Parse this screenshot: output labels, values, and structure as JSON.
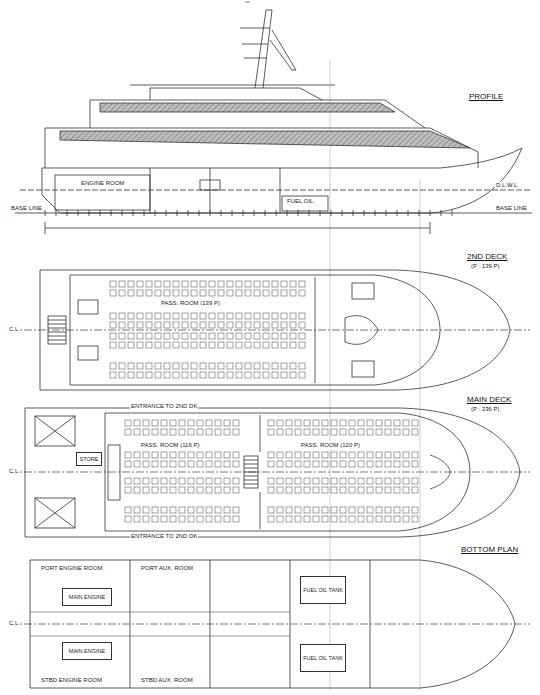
{
  "diagram": {
    "nodes": [
      {
        "text": [
          "STORE"
        ]
      },
      {
        "text": [
          "MAIN ENGINE"
        ]
      },
      {
        "text": [
          "MAIN ENGINE"
        ]
      },
      {
        "text": [
          "FUEL OIL TANK"
        ]
      },
      {
        "text": [
          "FUEL OIL TANK"
        ]
      }
    ],
    "labels": [
      "PROFILE",
      "2ND DECK",
      "(P : 139 P)",
      "MAIN DECK",
      "(P : 236 P)",
      "BOTTOM PLAN",
      "ENGINE ROOM",
      "FUEL OIL",
      "BASE LINE",
      "BASE LINE",
      "D.L.W.L",
      "PASS. ROOM (139 P)",
      "PASS. ROOM (116 P)",
      "PASS. ROOM (120 P)",
      "PORT ENGINE ROOM",
      "STBD ENGINE ROOM",
      "PORT AUX. ROOM",
      "STBD AUX. ROOM",
      "C.L",
      "C.L",
      "C.L",
      "ENTRANCE TO 2ND DK",
      "ENTRANCE TO 2ND DK"
    ]
  }
}
